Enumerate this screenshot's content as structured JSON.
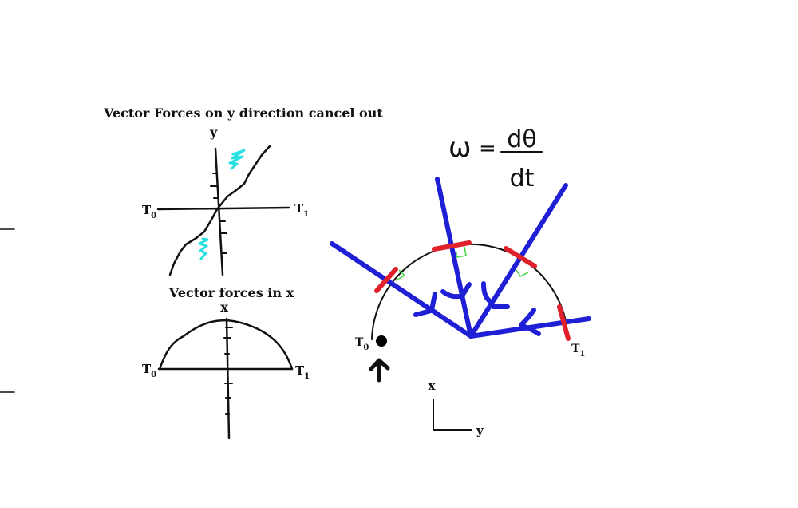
{
  "graph_y": {
    "title": "Vector Forces on y direction cancel out",
    "axis_label": "y",
    "start_label": "T",
    "start_sub": "0",
    "end_label": "T",
    "end_sub": "1"
  },
  "graph_x": {
    "title": "Vector forces in x",
    "axis_label": "x",
    "start_label": "T",
    "start_sub": "0",
    "end_label": "T",
    "end_sub": "1"
  },
  "motion_diagram": {
    "equation": {
      "lhs": "ω",
      "equals": "=",
      "numerator": "dθ",
      "denominator": "dt"
    },
    "start_label": "T",
    "start_sub": "0",
    "end_label": "T",
    "end_sub": "1",
    "axes": {
      "vertical": "x",
      "horizontal": "y"
    }
  },
  "colors": {
    "force_vectors": "#1f1fd6",
    "tangent_marks": "#e0202a",
    "right_angles": "#3fd23f",
    "scribble": "#28e0e0"
  }
}
